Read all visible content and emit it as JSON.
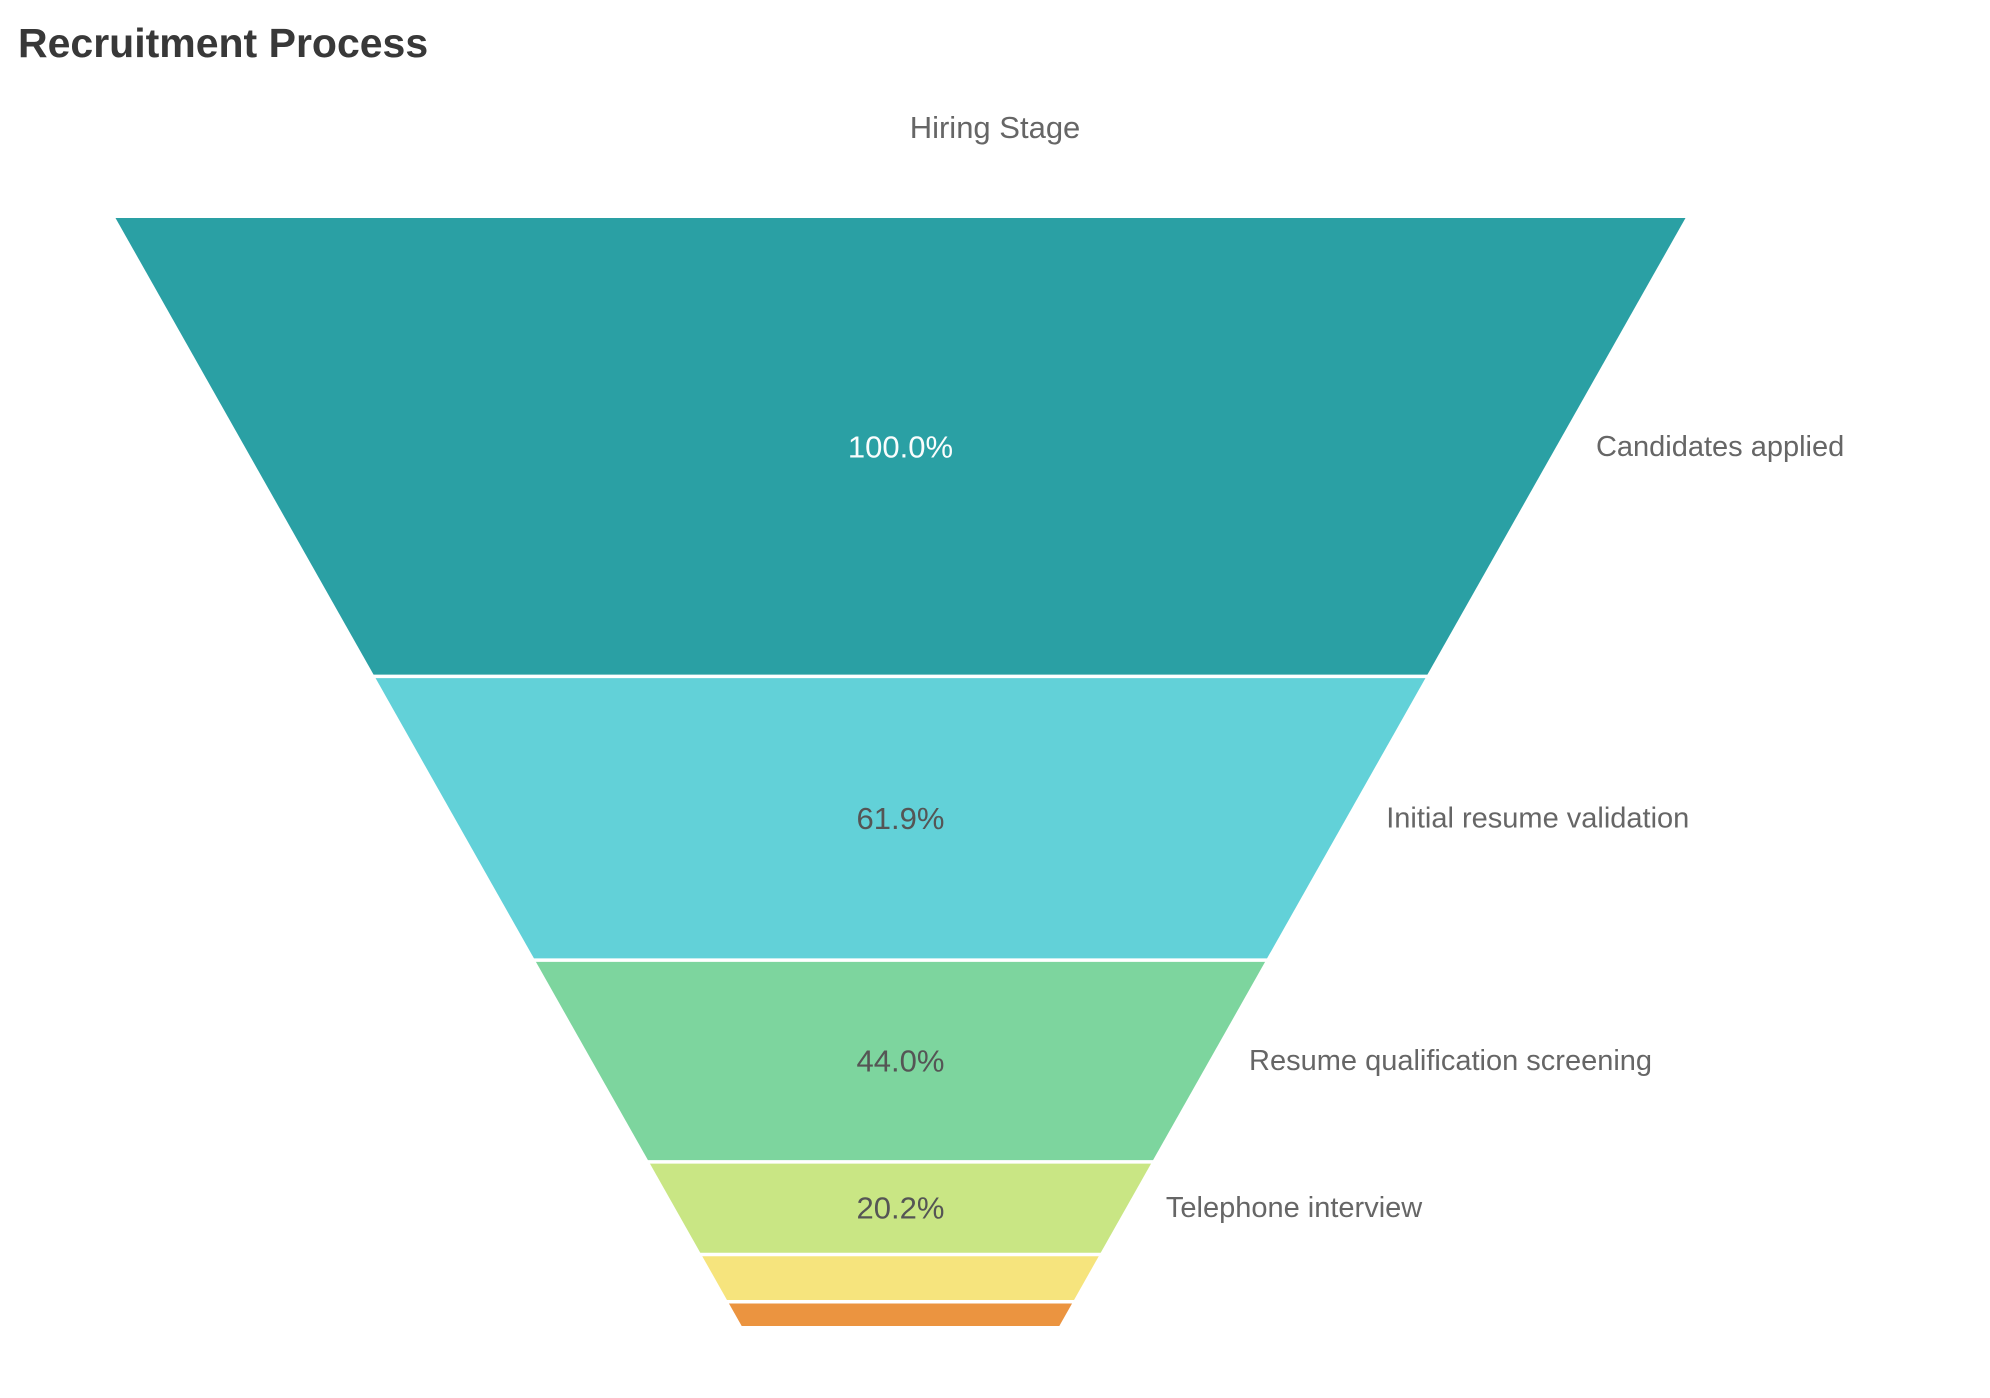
{
  "chart_data": {
    "type": "funnel",
    "title": "Recruitment Process",
    "axis_title": "Hiring Stage",
    "legend": "none",
    "stages": [
      {
        "label": "Candidates applied",
        "percent": 100.0,
        "percent_text": "100.0%",
        "color": "#2AA0A4"
      },
      {
        "label": "Initial resume validation",
        "percent": 61.9,
        "percent_text": "61.9%",
        "color": "#62D1D8"
      },
      {
        "label": "Resume qualification screening",
        "percent": 44.0,
        "percent_text": "44.0%",
        "color": "#7DD59E"
      },
      {
        "label": "Telephone interview",
        "percent": 20.2,
        "percent_text": "20.2%",
        "color": "#C9E684"
      },
      {
        "label": "",
        "percent": 10.3,
        "percent_text": "",
        "color": "#F6E47D"
      },
      {
        "label": "",
        "percent": 5.3,
        "percent_text": "",
        "color": "#EB9440"
      }
    ],
    "colors": {
      "percent_label_on_dark": "#FAFDFD",
      "percent_label_on_light": "#555555",
      "side_label": "#666666",
      "title": "#383838",
      "subtitle": "#666666",
      "separator": "#FFFFFF"
    }
  }
}
